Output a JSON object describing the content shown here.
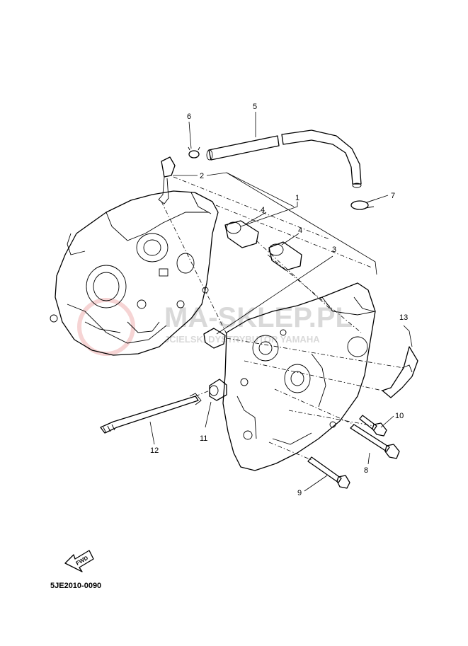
{
  "diagram_code": "5JE2010-0090",
  "fwd_label": "FWD",
  "watermark": {
    "main": "MA-SKLEP.PL",
    "sub": "JCIELSKI DYSTRYBUTOR YAMAHA"
  },
  "callouts": {
    "c1": "1",
    "c2": "2",
    "c3": "3",
    "c4a": "4",
    "c4b": "4",
    "c5": "5",
    "c6": "6",
    "c7": "7",
    "c8": "8",
    "c9": "9",
    "c10": "10",
    "c11": "11",
    "c12": "12",
    "c13": "13"
  },
  "colors": {
    "line": "#000000",
    "watermark": "#d9d9d9",
    "watermark_logo": "#e8a0a0"
  }
}
